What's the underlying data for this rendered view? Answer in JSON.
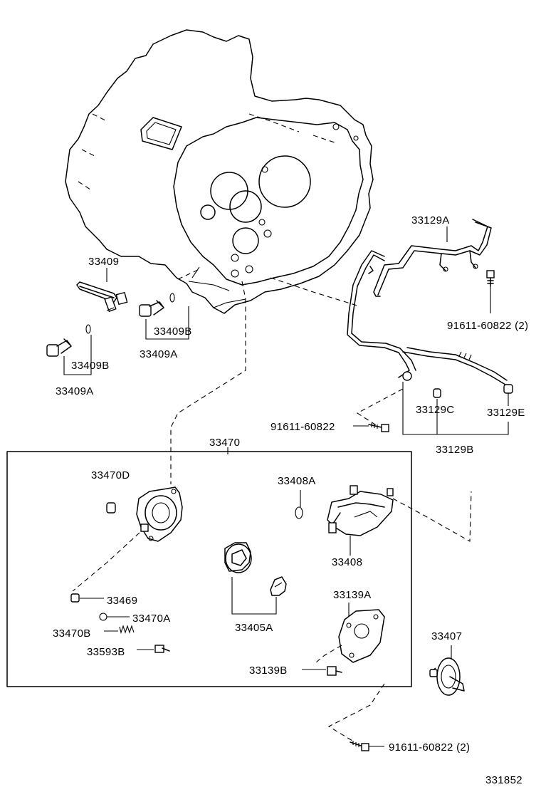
{
  "labels": {
    "p33409": "33409",
    "p33409B_a": "33409B",
    "p33409A_a": "33409A",
    "p33409B_b": "33409B",
    "p33409A_b": "33409A",
    "p33129A": "33129A",
    "p91611_top": "91611-60822 (2)",
    "p91611_mid": "91611-60822",
    "p33129C": "33129C",
    "p33129E": "33129E",
    "p33129B": "33129B",
    "p33470": "33470",
    "p33470D": "33470D",
    "p33408A": "33408A",
    "p33408": "33408",
    "p33469": "33469",
    "p33470A": "33470A",
    "p33470B": "33470B",
    "p33593B": "33593B",
    "p33405A": "33405A",
    "p33139A": "33139A",
    "p33139B": "33139B",
    "p33407": "33407",
    "p91611_bot": "91611-60822 (2)",
    "diagram_id": "331852"
  }
}
